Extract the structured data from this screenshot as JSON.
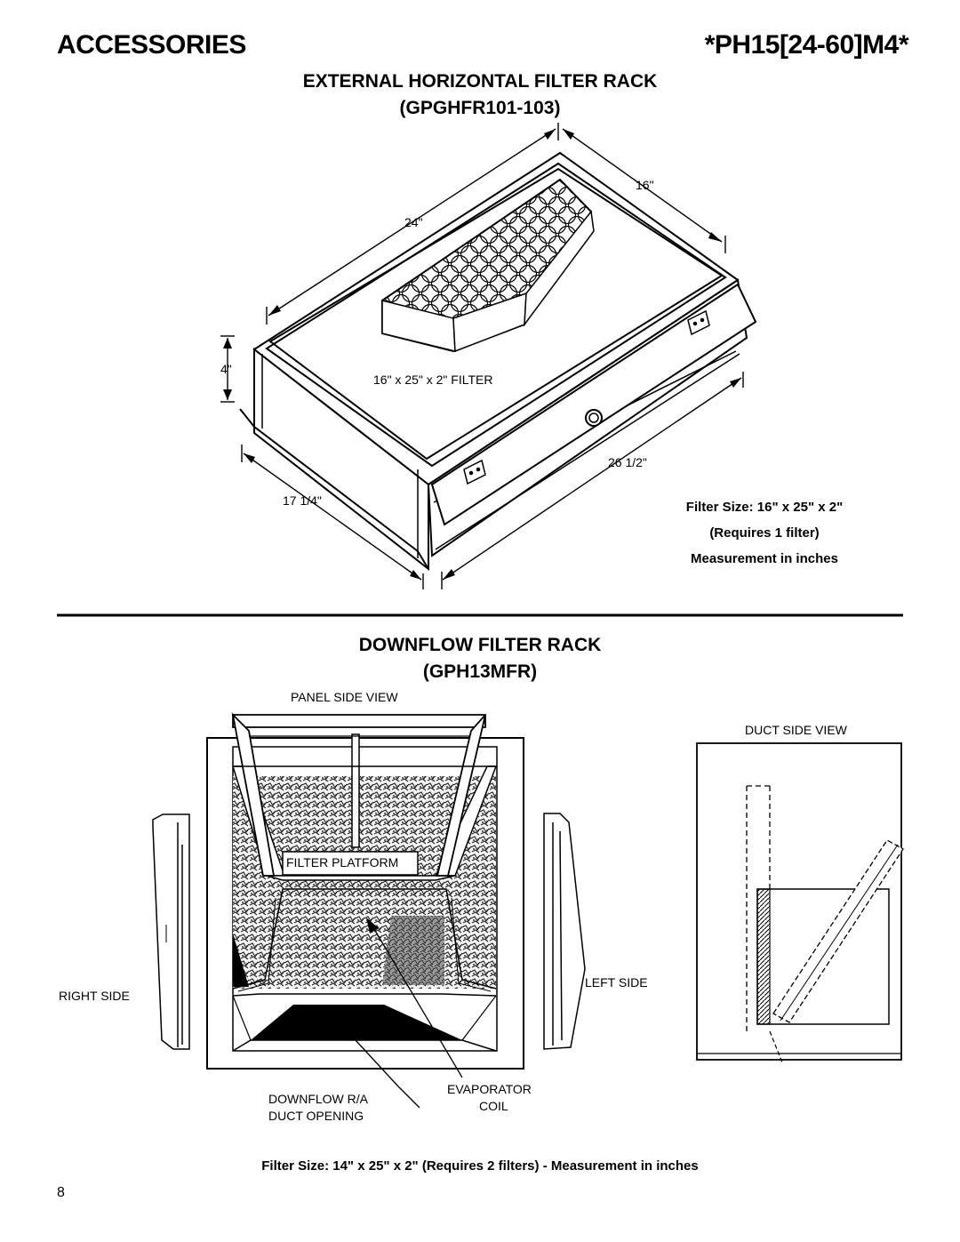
{
  "header": {
    "section_title": "ACCESSORIES",
    "model_number": "*PH15[24-60]M4*"
  },
  "horizontal_rack": {
    "title": "EXTERNAL HORIZONTAL FILTER RACK",
    "part_number": "(GPGHFR101-103)",
    "dimensions": {
      "depth": "16\"",
      "width": "24\"",
      "height": "4\"",
      "filter": "16\" x 25\" x 2\" FILTER",
      "length": "26 1/2\"",
      "side": "17 1/4\""
    },
    "notes": {
      "filter_size": "Filter Size: 16\" x 25\" x 2\"",
      "requires": "(Requires 1 filter)",
      "units": "Measurement in inches"
    }
  },
  "downflow_rack": {
    "title": "DOWNFLOW FILTER RACK",
    "part_number": "(GPH13MFR)",
    "labels": {
      "panel_side_view": "PANEL SIDE VIEW",
      "duct_side_view": "DUCT SIDE VIEW",
      "filter_platform": "FILTER PLATFORM",
      "right_side": "RIGHT SIDE",
      "left_side": "LEFT SIDE",
      "downflow_opening_1": "DOWNFLOW R/A",
      "downflow_opening_2": "DUCT OPENING",
      "evaporator_1": "EVAPORATOR",
      "evaporator_2": "COIL"
    },
    "note": "Filter Size: 14\" x 25\" x 2\" (Requires 2 filters) - Measurement in inches"
  },
  "footer": {
    "page_number": "8"
  }
}
